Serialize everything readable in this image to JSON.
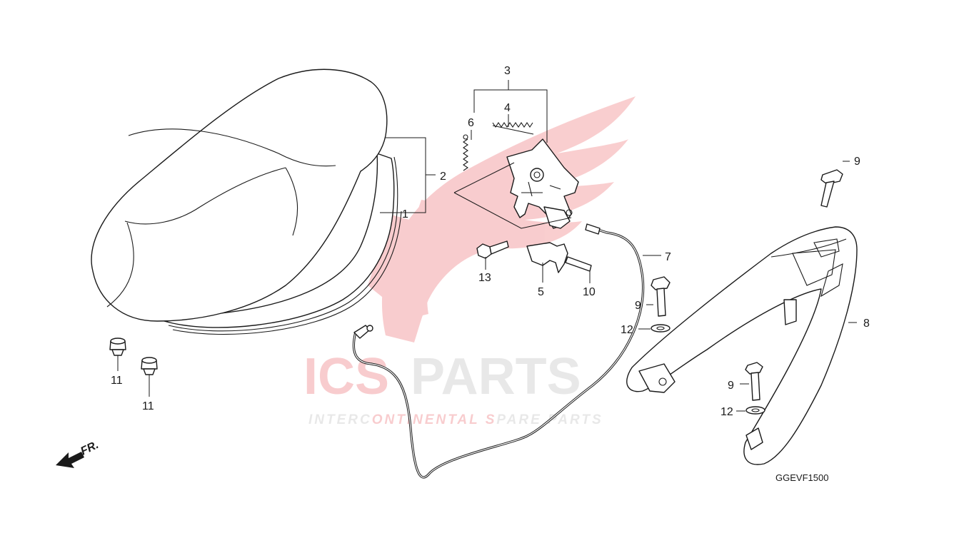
{
  "callouts": [
    "1",
    "2",
    "3",
    "4",
    "5",
    "6",
    "7",
    "8",
    "9",
    "9",
    "9",
    "10",
    "11",
    "11",
    "12",
    "12",
    "13"
  ],
  "diagram_code": "GGEVF1500",
  "front_indicator": "FR.",
  "watermark": {
    "brand_left": "ICS",
    "brand_right": "PARTS",
    "tagline_1": "INTERC",
    "tagline_2": "ONTINENTAL ",
    "tagline_3": "S",
    "tagline_4": "PARE PARTS",
    "color_red": "#e31e24",
    "color_grey": "#9a9a9a"
  }
}
